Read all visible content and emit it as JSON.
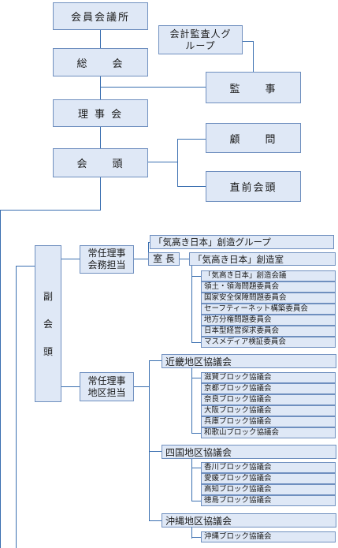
{
  "top_chart": {
    "general_assembly_of_members": "会員会議所",
    "auditor_group": "会計監査人グループ",
    "general_meeting": "総　　会",
    "auditors": "監　　事",
    "board_of_directors": "理 事 会",
    "advisors": "顧　　問",
    "president": "会　　頭",
    "immediate_past_president": "直前会頭"
  },
  "vice_president": [
    "副",
    "会",
    "頭"
  ],
  "business_director": {
    "line1": "常任理事",
    "line2": "会務担当"
  },
  "creation_group": "「気高き日本」創造グループ",
  "office_chief": "室 長",
  "creation_office": "「気高き日本」創造室",
  "committees": [
    "「気高き日本」創造会議",
    "領土・領海問題委員会",
    "国家安全保障問題委員会",
    "セーフティーネット構築委員会",
    "地方分権問題委員会",
    "日本型経営探求委員会",
    "マスメディア検証委員会"
  ],
  "region_director": {
    "line1": "常任理事",
    "line2": "地区担当"
  },
  "regions": [
    {
      "name": "近畿地区協議会",
      "blocks": [
        "滋賀ブロック協議会",
        "京都ブロック協議会",
        "奈良ブロック協議会",
        "大阪ブロック協議会",
        "兵庫ブロック協議会",
        "和歌山ブロック協議会"
      ]
    },
    {
      "name": "四国地区協議会",
      "blocks": [
        "香川ブロック協議会",
        "愛媛ブロック協議会",
        "高知ブロック協議会",
        "徳島ブロック協議会"
      ]
    },
    {
      "name": "沖縄地区協議会",
      "blocks": [
        "沖縄ブロック協議会"
      ]
    }
  ]
}
